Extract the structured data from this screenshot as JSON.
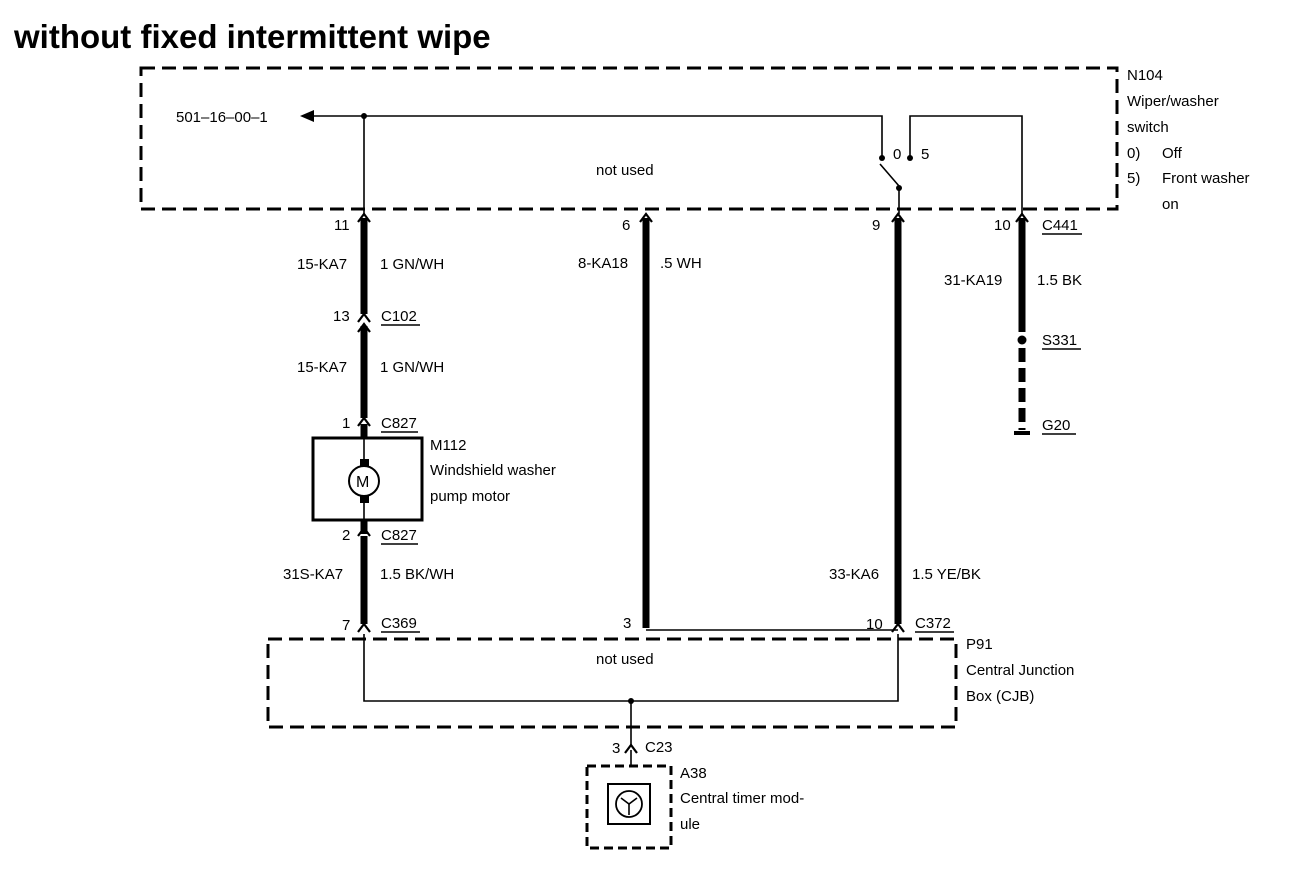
{
  "title": "without fixed intermittent wipe",
  "switch": {
    "code": "N104",
    "name_line1": "Wiper/washer",
    "name_line2": "switch",
    "pos0_num": "0)",
    "pos0_label": "Off",
    "pos5_num": "5)",
    "pos5_label_line1": "Front washer",
    "pos5_label_line2": "on",
    "not_used": "not used",
    "ref_arrow": "501–16–00–1",
    "contact_0": "0",
    "contact_5": "5"
  },
  "connectors": {
    "c441": "C441",
    "c102": "C102",
    "c827_top": "C827",
    "c827_bottom": "C827",
    "c369": "C369",
    "c372": "C372",
    "c23": "C23",
    "s331": "S331",
    "g20": "G20"
  },
  "pins": {
    "p11": "11",
    "p6": "6",
    "p9": "9",
    "p10_top": "10",
    "p13": "13",
    "p1": "1",
    "p2": "2",
    "p7": "7",
    "p3_cjb": "3",
    "p10_cjb": "10",
    "p3_timer": "3"
  },
  "wires": {
    "w1_circuit": "15-KA7",
    "w1_spec": "1 GN/WH",
    "w2_circuit": "15-KA7",
    "w2_spec": "1 GN/WH",
    "w3_circuit": "8-KA18",
    "w3_spec": ".5 WH",
    "w4_circuit": "31-KA19",
    "w4_spec": "1.5 BK",
    "w5_circuit": "31S-KA7",
    "w5_spec": "1.5 BK/WH",
    "w6_circuit": "33-KA6",
    "w6_spec": "1.5 YE/BK"
  },
  "motor": {
    "code": "M112",
    "name_line1": "Windshield washer",
    "name_line2": "pump motor",
    "symbol": "M"
  },
  "cjb": {
    "code": "P91",
    "name_line1": "Central Junction",
    "name_line2": "Box (CJB)",
    "not_used": "not used"
  },
  "timer": {
    "code": "A38",
    "name_line1": "Central timer mod-",
    "name_line2": "ule"
  }
}
